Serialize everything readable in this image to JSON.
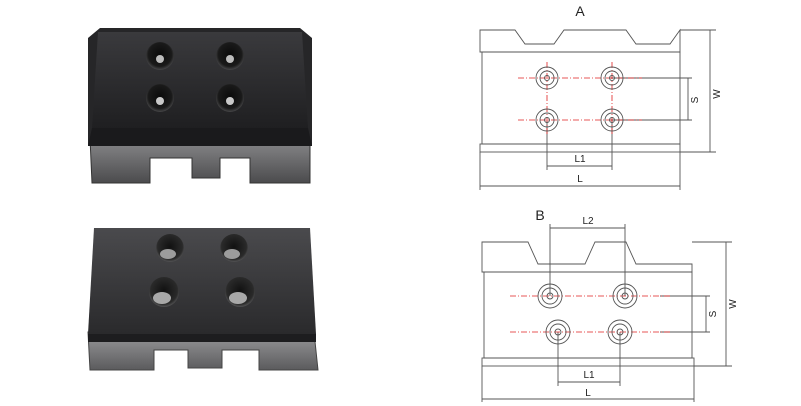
{
  "colors": {
    "pad_body": "#2b2b2d",
    "pad_edge": "#4a4a4d",
    "steel": "#6e6e70",
    "line": "#555555",
    "center_line": "#e02020"
  },
  "drawing_a": {
    "title": "A",
    "labels": {
      "length": "L",
      "hole_length": "L1",
      "hole_spacing": "S",
      "width": "W"
    }
  },
  "drawing_b": {
    "title": "B",
    "labels": {
      "length": "L",
      "hole_length": "L1",
      "hole_offset": "L2",
      "hole_spacing": "S",
      "width": "W"
    }
  }
}
